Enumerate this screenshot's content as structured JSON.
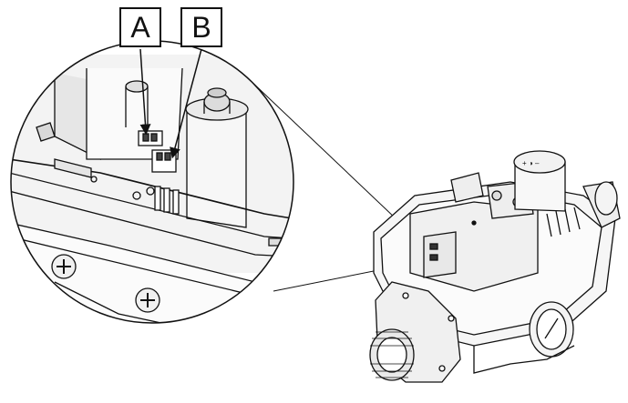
{
  "figure": {
    "callouts": [
      {
        "id": "A",
        "label": "A"
      },
      {
        "id": "B",
        "label": "B"
      }
    ]
  }
}
